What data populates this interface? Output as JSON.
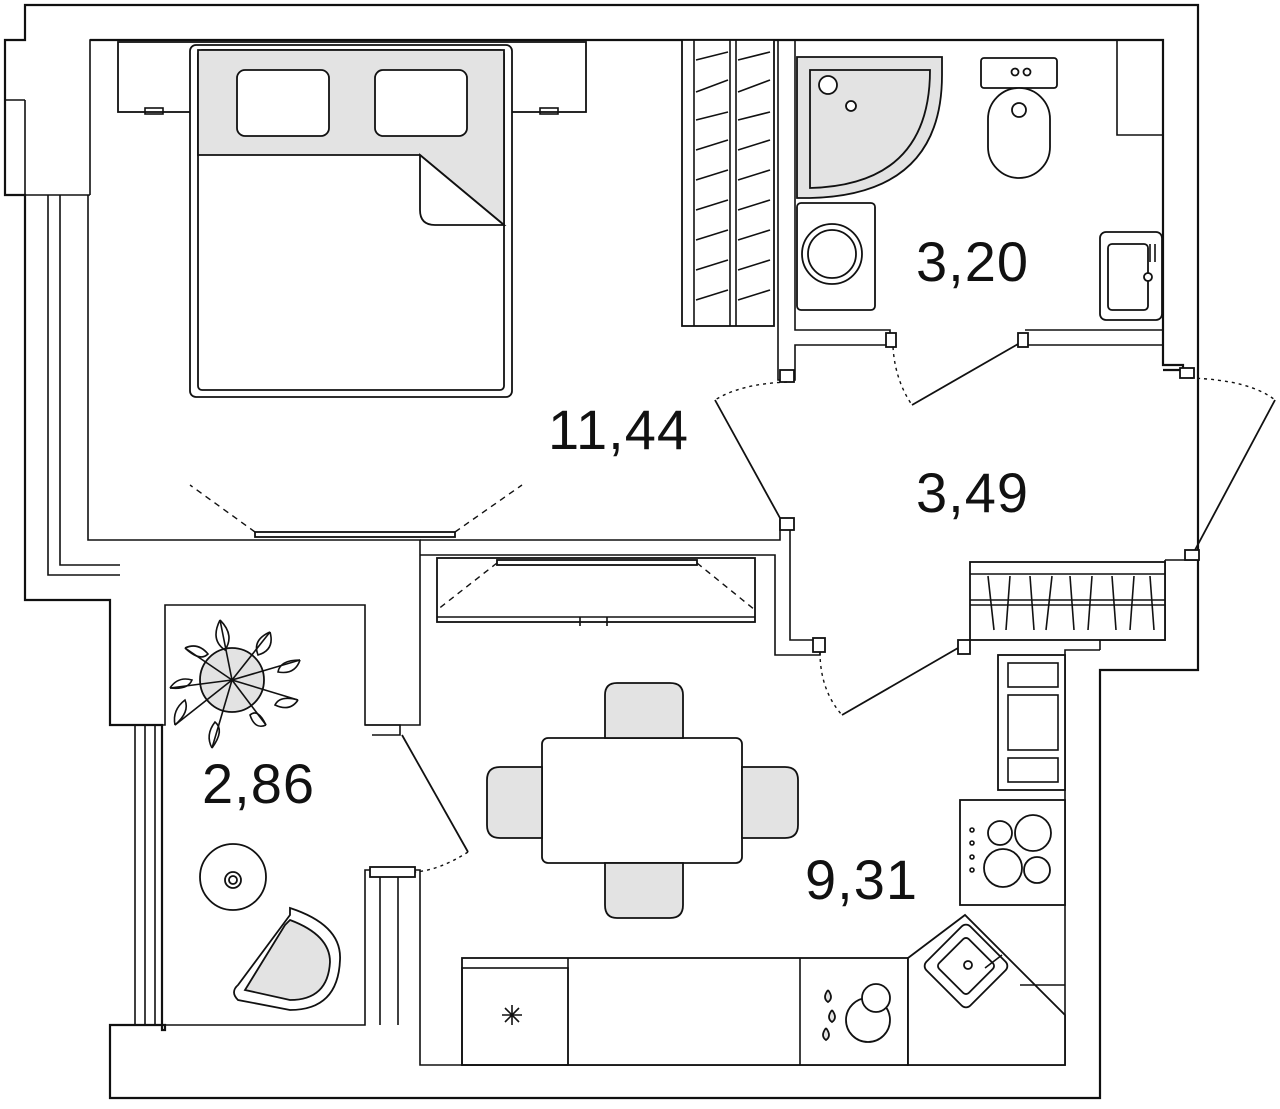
{
  "plan": {
    "rooms": [
      {
        "id": "bedroom",
        "area": "11,44"
      },
      {
        "id": "bathroom",
        "area": "3,20"
      },
      {
        "id": "hallway",
        "area": "3,49"
      },
      {
        "id": "balcony",
        "area": "2,86"
      },
      {
        "id": "kitchen",
        "area": "9,31"
      }
    ]
  }
}
